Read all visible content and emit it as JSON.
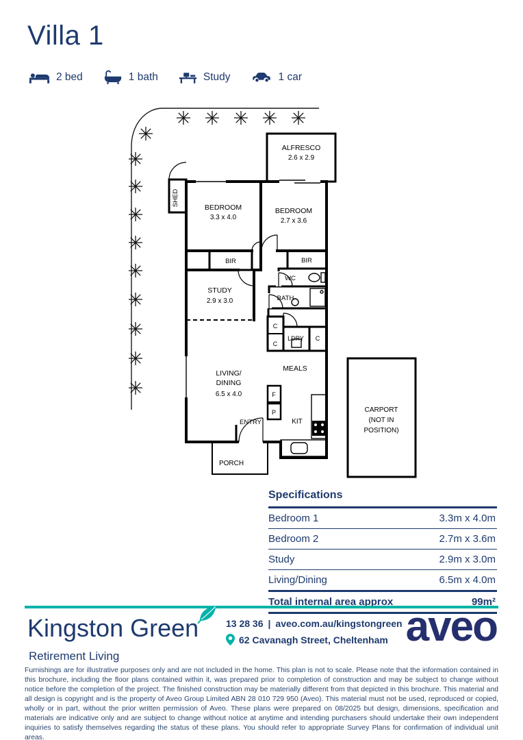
{
  "page": {
    "title": "Villa 1"
  },
  "colors": {
    "navy": "#1e3a6e",
    "teal": "#00b2a9",
    "plan_lines": "#000000"
  },
  "features": [
    {
      "icon": "bed-icon",
      "label": "2 bed"
    },
    {
      "icon": "bath-icon",
      "label": "1 bath"
    },
    {
      "icon": "study-desk-icon",
      "label": "Study"
    },
    {
      "icon": "car-icon",
      "label": "1 car"
    }
  ],
  "floorplan": {
    "rooms": {
      "alfresco": "ALFRESCO",
      "alfresco_dim": "2.6 x 2.9",
      "shed": "SHED",
      "bedroom1": "BEDROOM",
      "bedroom1_dim": "3.3 x 4.0",
      "bedroom2": "BEDROOM",
      "bedroom2_dim": "2.7 x 3.6",
      "bir": "BIR",
      "wc": "WC",
      "study": "STUDY",
      "study_dim": "2.9 x 3.0",
      "bath": "BATH",
      "c": "C",
      "ldry": "LDRY",
      "living_line1": "LIVING/",
      "living_line2": "DINING",
      "living_dim": "6.5 x 4.0",
      "meals": "MEALS",
      "f": "F",
      "p": "P",
      "kit": "KIT",
      "entry": "ENTRY",
      "porch": "PORCH",
      "carport_line1": "CARPORT",
      "carport_line2": "(NOT IN",
      "carport_line3": "POSITION)"
    }
  },
  "specifications": {
    "title": "Specifications",
    "rows": [
      {
        "label": "Bedroom 1",
        "value": "3.3m x 4.0m"
      },
      {
        "label": "Bedroom 2",
        "value": "2.7m x 3.6m"
      },
      {
        "label": "Study",
        "value": "2.9m x 3.0m"
      },
      {
        "label": "Living/Dining",
        "value": "6.5m x 4.0m"
      }
    ],
    "total_label": "Total internal area approx",
    "total_value": "99m²"
  },
  "footer": {
    "brand": "Kingston Green",
    "brand_icon": "leaf-icon",
    "tagline": "Retirement Living",
    "phone": "13 28 36",
    "separator": "|",
    "website": "aveo.com.au/kingstongreen",
    "address_icon": "location-pin-icon",
    "address": "62 Cavanagh Street, Cheltenham",
    "logo": "aveo",
    "disclaimer": "Furnishings are for illustrative purposes only and are not included in the home. This plan is not to scale. Please note that the information contained in this brochure, including the floor plans contained within it, was prepared prior to completion of construction and may be subject to change without notice before the completion of the project. The finished construction may be materially different from that depicted in this brochure. This material and all design is copyright and is the property of Aveo Group Limited ABN 28 010 729 950 (Aveo). This material must not be used, reproduced or copied, wholly or in part, without the prior written permission of Aveo. These plans were prepared on 08/2025 but design, dimensions, specification and materials are indicative only and are subject to change without notice at anytime and intending purchasers should undertake their own independent inquiries to satisfy themselves regarding the status of these plans. You should refer to appropriate Survey Plans for confirmation of individual unit areas."
  }
}
